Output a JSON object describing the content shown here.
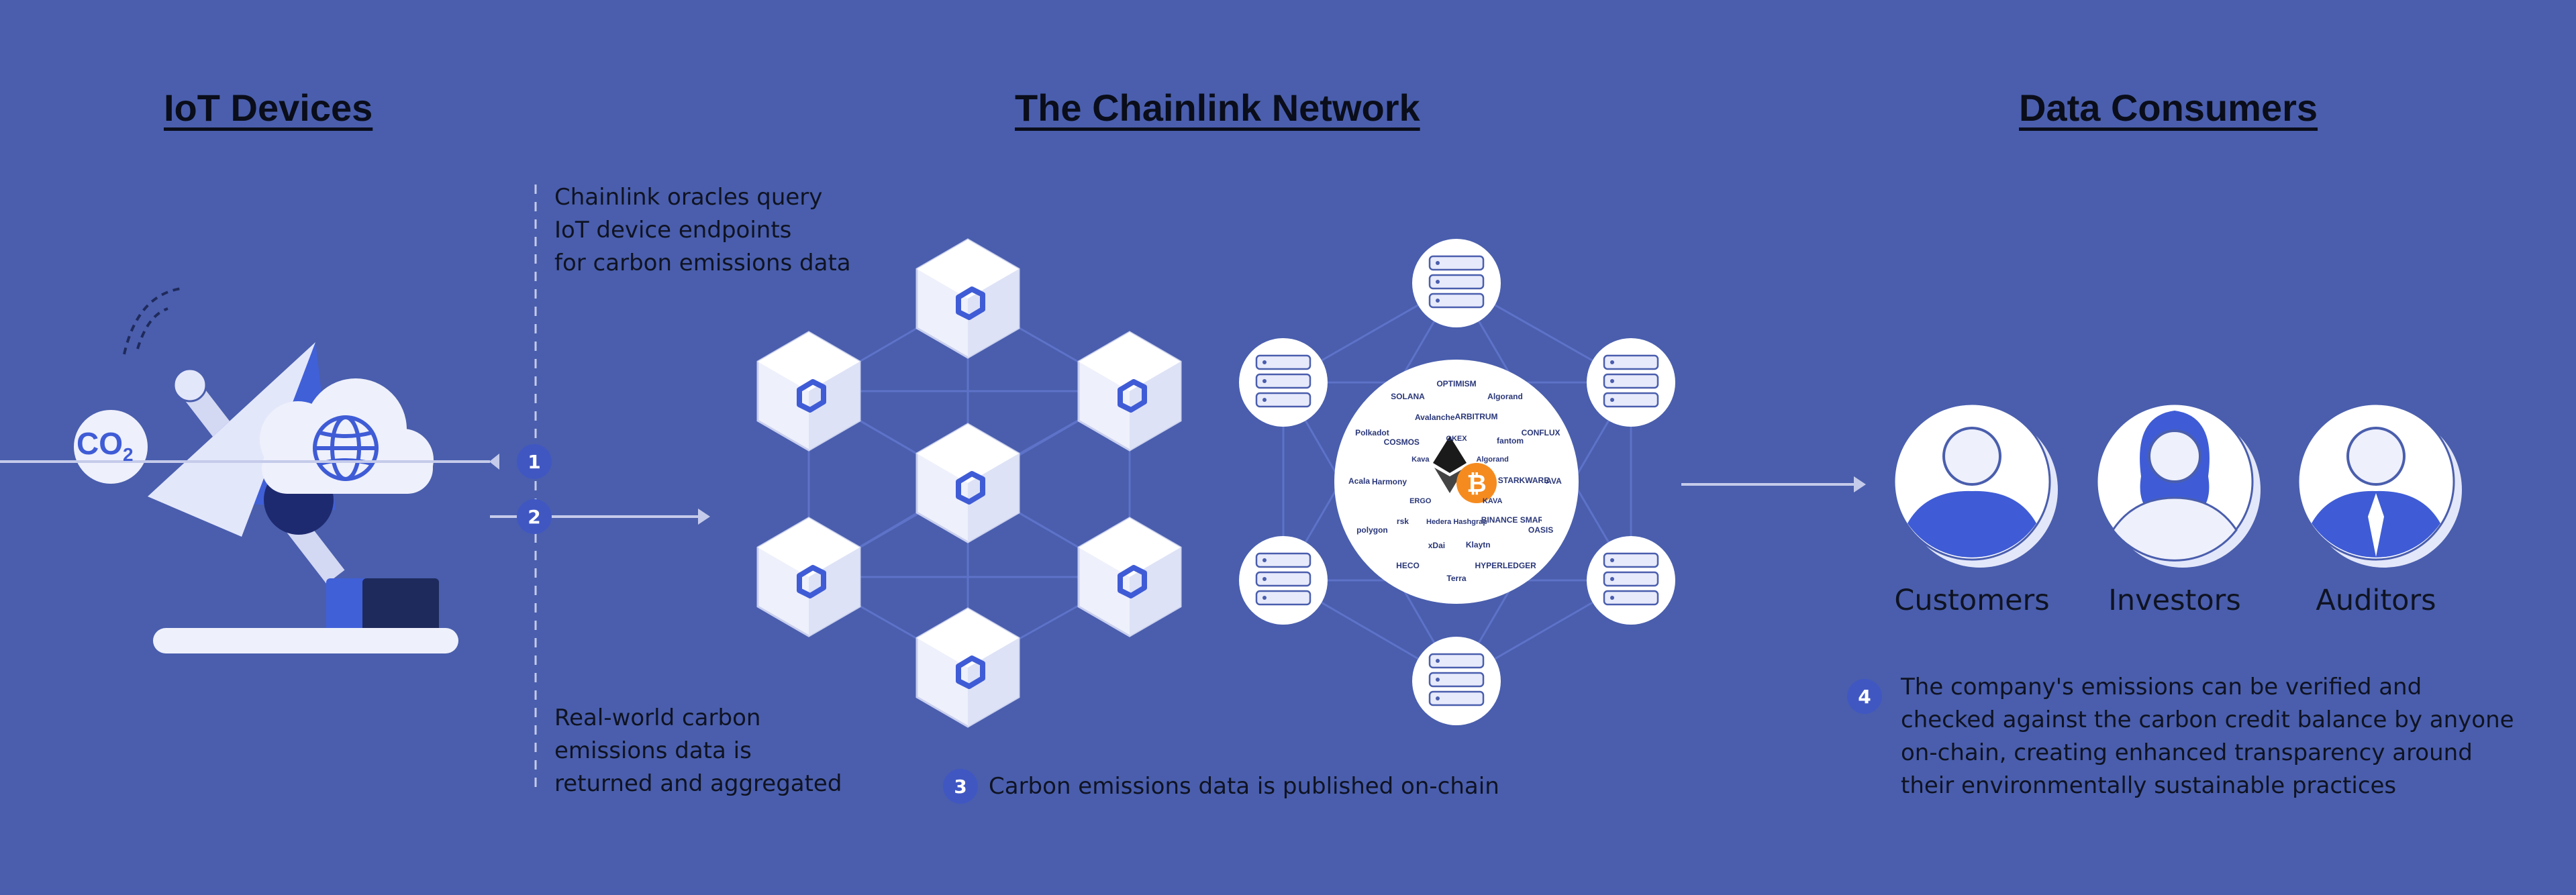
{
  "headings": {
    "iot": "IoT Devices",
    "network": "The Chainlink Network",
    "consumers": "Data Consumers"
  },
  "co2_label": "CO",
  "co2_sub": "2",
  "steps": {
    "one": {
      "number": "1",
      "lines": [
        "Chainlink oracles query",
        "IoT device endpoints",
        "for carbon emissions data"
      ]
    },
    "two": {
      "number": "2",
      "lines": [
        "Real-world carbon",
        "emissions data is",
        "returned and aggregated"
      ]
    },
    "three": {
      "number": "3",
      "text": "Carbon emissions data is published on-chain"
    },
    "four": {
      "number": "4",
      "lines": [
        "The company's emissions can be verified and",
        "checked against the carbon credit balance by anyone",
        "on-chain, creating enhanced transparency around",
        "their environmentally sustainable practices"
      ]
    }
  },
  "consumers": [
    "Customers",
    "Investors",
    "Auditors"
  ],
  "blockchains": [
    "OPTIMISM",
    "Algorand",
    "CONFLUX",
    "AVA",
    "OASIS",
    "HYPERLEDGER",
    "Terra",
    "HECO",
    "polygon",
    "Acala",
    "Polkadot",
    "SOLANA",
    "ARBITRUM",
    "fantom",
    "STARKWARE",
    "BINANCE SMART CHAIN",
    "Klaytn",
    "xDai",
    "rsk",
    "Harmony",
    "COSMOS",
    "Avalanche",
    "OKEX",
    "Algorand",
    "KAVA",
    "Hedera Hashgraph",
    "ERGO",
    "Kava"
  ],
  "colors": {
    "background": "#4a5ead",
    "accent": "#4060d8",
    "node": "#f4f6ff",
    "text": "#0f1322"
  }
}
